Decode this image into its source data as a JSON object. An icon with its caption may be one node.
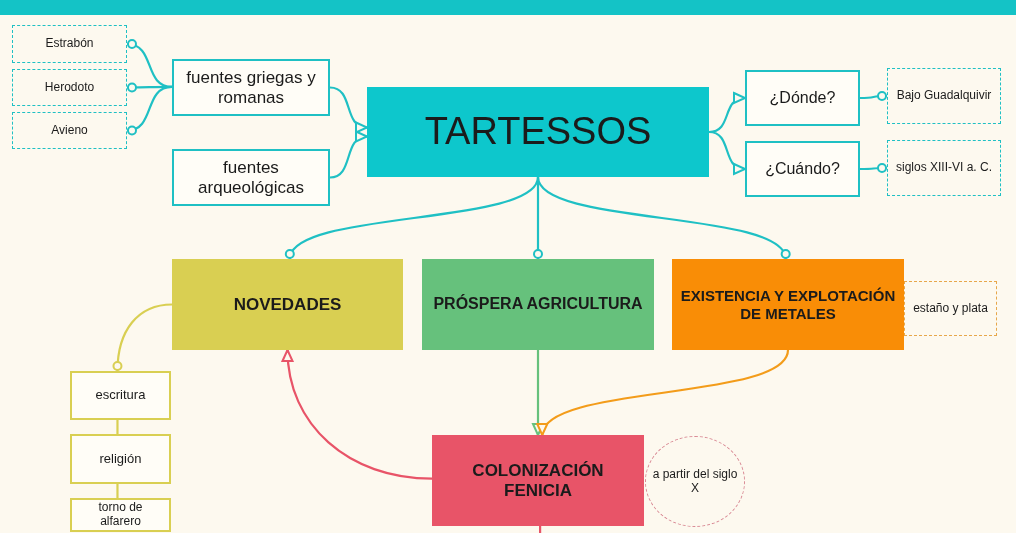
{
  "diagram": {
    "nodes": [
      {
        "text": [
          "Estrabón"
        ]
      },
      {
        "text": [
          "Herodoto"
        ]
      },
      {
        "text": [
          "Avieno"
        ]
      },
      {
        "text": [
          "fuentes griegas y romanas"
        ]
      },
      {
        "text": [
          "fuentes arqueológicas"
        ]
      },
      {
        "text": [
          "TARTESSOS"
        ]
      },
      {
        "text": [
          "¿Dónde?"
        ]
      },
      {
        "text": [
          "¿Cuándo?"
        ]
      },
      {
        "text": [
          "Bajo Guadalquivir"
        ]
      },
      {
        "text": [
          "siglos XIII-VI a. C."
        ]
      },
      {
        "text": [
          "NOVEDADES"
        ]
      },
      {
        "text": [
          "PRÓSPERA AGRICULTURA"
        ]
      },
      {
        "text": [
          "EXISTENCIA Y EXPLOTACIÓN DE METALES"
        ]
      },
      {
        "text": [
          "estaño y plata"
        ]
      },
      {
        "text": [
          "escritura"
        ]
      },
      {
        "text": [
          "religión"
        ]
      },
      {
        "text": [
          "torno de alfarero"
        ]
      },
      {
        "text": [
          "COLONIZACIÓN FENICIA"
        ]
      },
      {
        "text": [
          "a partir del siglo X"
        ]
      },
      {
        "text": [],
        "shape": "bar"
      }
    ],
    "edges": [
      {
        "from": 3,
        "to": 0,
        "arrow": "other"
      },
      {
        "from": 3,
        "to": 1,
        "arrow": "other"
      },
      {
        "from": 3,
        "to": 2,
        "arrow": "other"
      },
      {
        "from": 3,
        "to": 5,
        "arrow": "to"
      },
      {
        "from": 4,
        "to": 5,
        "arrow": "to"
      },
      {
        "from": 5,
        "to": 6,
        "arrow": "to"
      },
      {
        "from": 5,
        "to": 7,
        "arrow": "to"
      },
      {
        "from": 6,
        "to": 8,
        "arrow": "other"
      },
      {
        "from": 7,
        "to": 9,
        "arrow": "other"
      },
      {
        "from": 5,
        "to": 10,
        "arrow": "other"
      },
      {
        "from": 5,
        "to": 11,
        "arrow": "other"
      },
      {
        "from": 5,
        "to": 12,
        "arrow": "other"
      },
      {
        "from": 10,
        "to": 14,
        "arrow": "other",
        "color": "#d9cf52"
      },
      {
        "from": 14,
        "to": 15,
        "arrow": "none",
        "color": "#d9cf52"
      },
      {
        "from": 15,
        "to": 16,
        "arrow": "none",
        "color": "#d9cf52"
      },
      {
        "from": 11,
        "to": 17,
        "arrow": "to",
        "color": "#66c17c"
      },
      {
        "from": 12,
        "to": 17,
        "arrow": "to",
        "color": "#f39c1a"
      },
      {
        "from": 17,
        "to": 10,
        "arrow": "to",
        "color": "#e85468"
      },
      {
        "from": 17,
        "to": null,
        "arrow": "none",
        "color": "#e85468"
      }
    ]
  }
}
